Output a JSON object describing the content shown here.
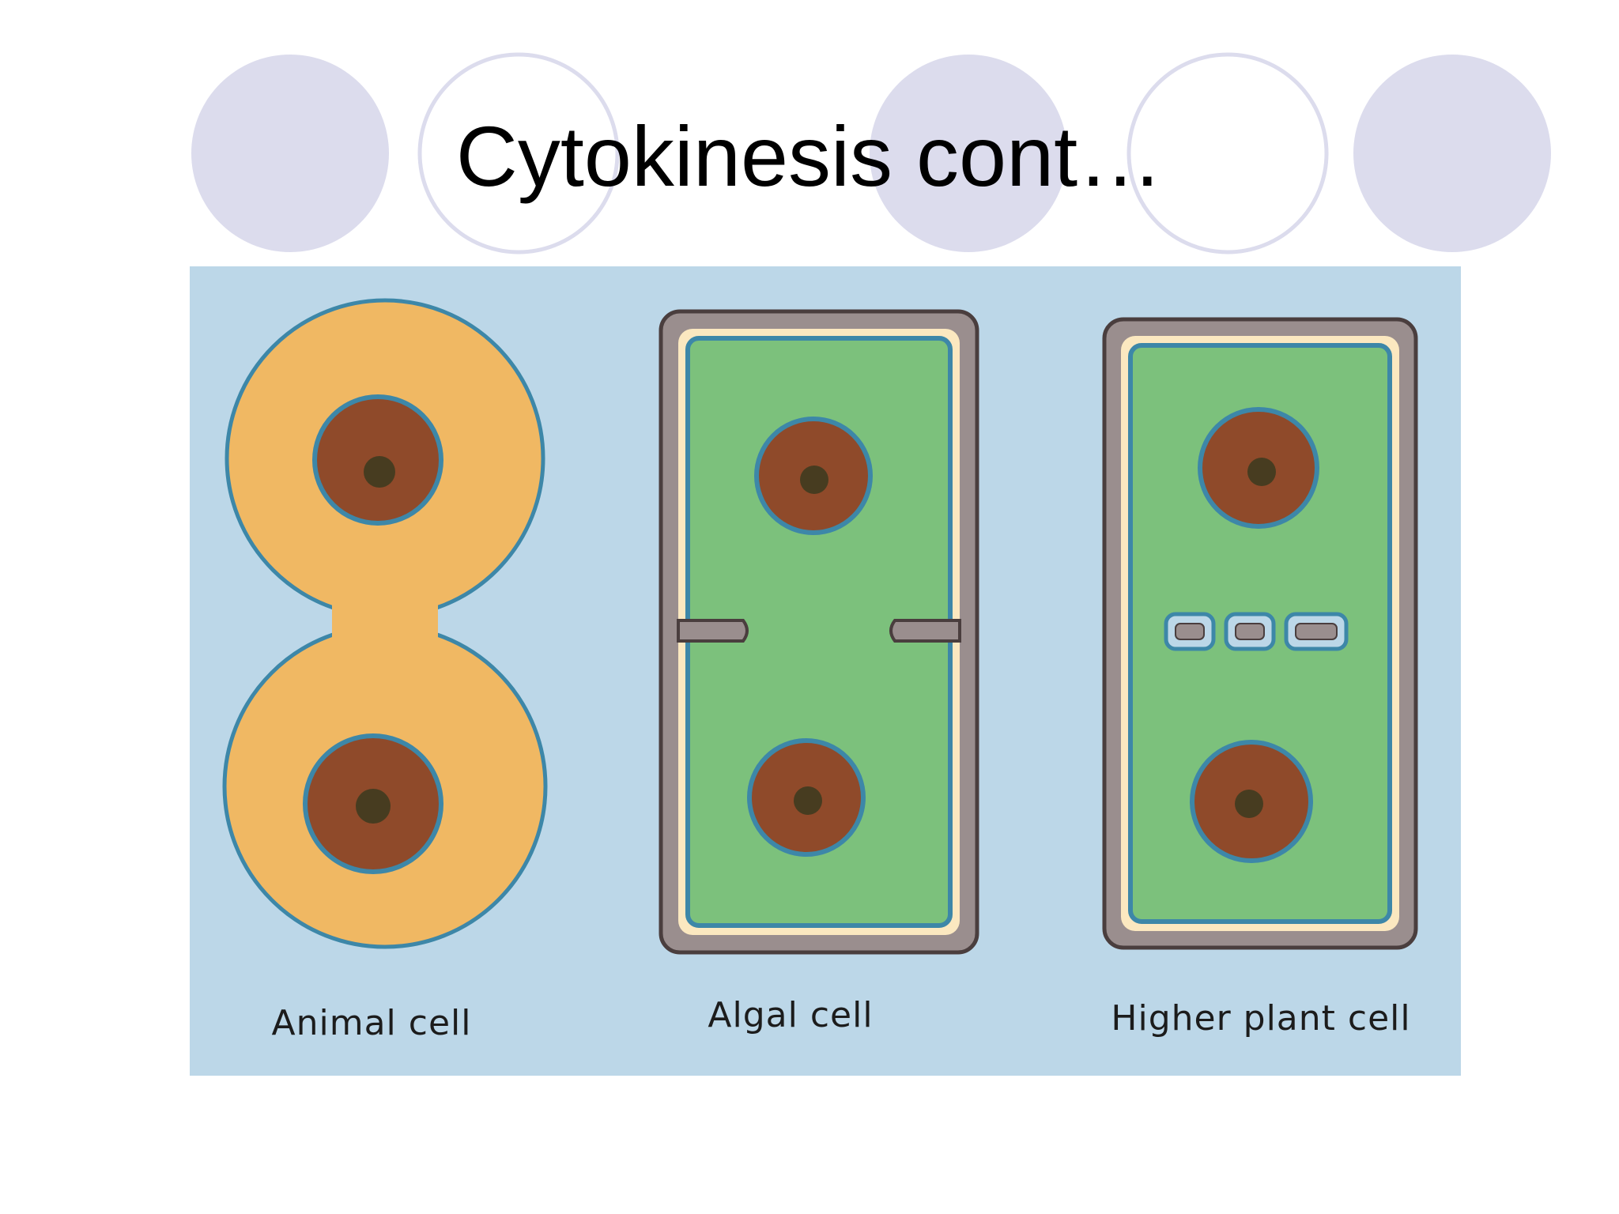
{
  "slide": {
    "title": "Cytokinesis cont…"
  },
  "figure": {
    "labels": {
      "animal": "Animal cell",
      "algal": "Algal cell",
      "plant": "Higher plant cell"
    },
    "colors": {
      "background": "#bcd7e8",
      "animal_cytoplasm": "#f0b863",
      "plant_cytoplasm": "#7cc17c",
      "membrane": "#3d87a8",
      "nucleus": "#8f4a2a",
      "nucleolus": "#3b3a1e",
      "cell_wall": "#9a8e8e",
      "wall_inner_layer": "#fbe8c0",
      "deco_circle": "#dcdced"
    }
  }
}
